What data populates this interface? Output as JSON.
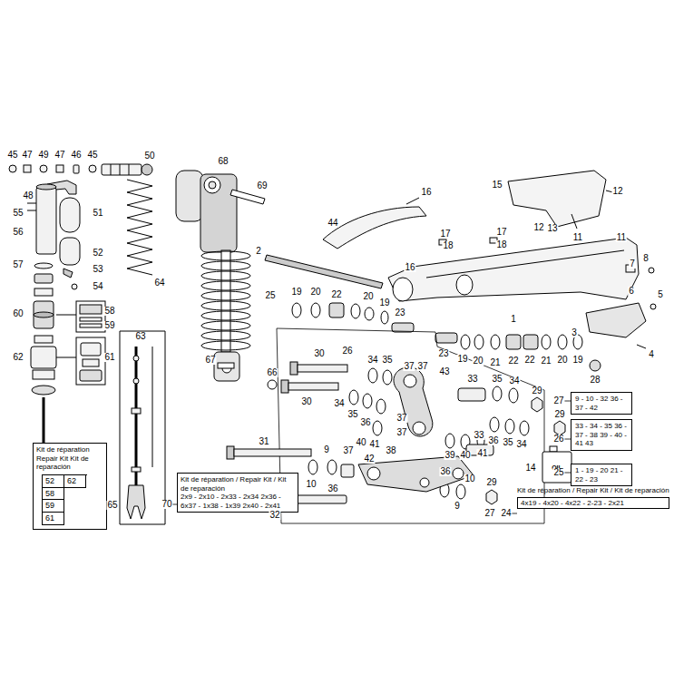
{
  "diagram": {
    "nodes": [
      {
        "text": [
          "Kit de réparation Repair Kit Kit de reparación",
          "52",
          "62",
          "58",
          "59",
          "61"
        ]
      },
      {
        "text": [
          "Kit de réparation / Repair Kit / Kit de reparación",
          "2x9 - 2x10 - 2x33 - 2x34 2x36 - 6x37 - 1x38 - 1x39 2x40 - 2x41"
        ]
      },
      {
        "text": [
          "9 - 10 - 32 36 - 37 - 42"
        ]
      },
      {
        "text": [
          "33 - 34 - 35 36 - 37 - 38 39 - 40 - 41 43"
        ]
      },
      {
        "text": [
          "1 - 19 - 20 21 - 22 - 23"
        ]
      },
      {
        "text": [
          "Kit de réparation / Repair Kit / Kit de reparación",
          "4x19 - 4x20 - 4x22 - 2-23 - 2x21"
        ]
      }
    ],
    "labels": [
      "45",
      "47",
      "49",
      "47",
      "46",
      "45",
      "50",
      "48",
      "55",
      "56",
      "51",
      "52",
      "53",
      "54",
      "57",
      "64",
      "58",
      "59",
      "60",
      "61",
      "62",
      "63",
      "65",
      "68",
      "69",
      "67",
      "66",
      "2",
      "25",
      "19",
      "20",
      "22",
      "20",
      "19",
      "23",
      "44",
      "16",
      "16",
      "17",
      "18",
      "17",
      "18",
      "15",
      "12",
      "12",
      "13",
      "11",
      "11",
      "8",
      "7",
      "6",
      "5",
      "3",
      "4",
      "1",
      "23",
      "19",
      "20",
      "21",
      "22",
      "22",
      "21",
      "20",
      "19",
      "28",
      "26",
      "30",
      "34",
      "35",
      "37",
      "37",
      "43",
      "33",
      "35",
      "34",
      "29",
      "30",
      "34",
      "35",
      "36",
      "37",
      "37",
      "29",
      "33",
      "36",
      "35",
      "34",
      "40",
      "41",
      "38",
      "31",
      "9",
      "37",
      "42",
      "39",
      "40",
      "41",
      "14",
      "OIL",
      "10",
      "36",
      "36",
      "10",
      "29",
      "9",
      "32",
      "27",
      "70",
      "27",
      "26",
      "25",
      "24"
    ]
  }
}
